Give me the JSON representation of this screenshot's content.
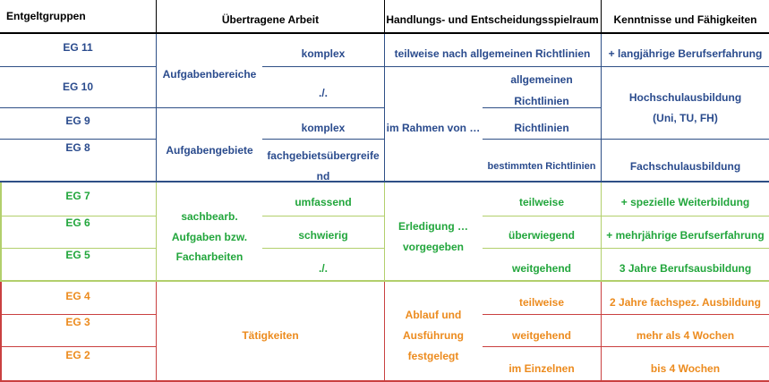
{
  "colors": {
    "blue": "#2a4b8d",
    "green": "#22a63c",
    "orange": "#ec8b1e",
    "blue_line": "#2e4f86",
    "green_line": "#b2cf6c",
    "red_line": "#c94040",
    "black": "#000000"
  },
  "header": {
    "entgeltgruppen": "Entgeltgruppen",
    "uebertragene_arbeit": "Übertragene Arbeit",
    "handlungsspielraum": "Handlungs- und Entscheidungsspielraum",
    "kenntnisse": "Kenntnisse und Fähigkeiten"
  },
  "groups": {
    "eg11": "EG 11",
    "eg10": "EG 10",
    "eg9": "EG 9",
    "eg8": "EG 8",
    "eg7": "EG 7",
    "eg6": "EG 6",
    "eg5": "EG 5",
    "eg4": "EG 4",
    "eg3": "EG 3",
    "eg2": "EG 2"
  },
  "arbeit": {
    "aufgabenbereiche": "Aufgabenbereiche",
    "aufgabengebiete": "Aufgabengebiete",
    "komplex_1": "komplex",
    "slash_1": "./.",
    "komplex_2": "komplex",
    "fachgebiet_line1": "fachgebietsübergreife",
    "fachgebiet_line2": "nd",
    "sachbearb_line1": "sachbearb.",
    "sachbearb_line2": "Aufgaben bzw.",
    "sachbearb_line3": "Facharbeiten",
    "umfassend": "umfassend",
    "schwierig": "schwierig",
    "slash_2": "./.",
    "taetigkeiten": "Tätigkeiten"
  },
  "spielraum": {
    "teilweise_richtlinien": "teilweise nach allgemeinen Richtlinien",
    "allgemeinen": "allgemeinen",
    "richtlinien_1": "Richtlinien",
    "im_rahmen": "im Rahmen von …",
    "richtlinien_2": "Richtlinien",
    "bestimmten": "bestimmten Richtlinien",
    "erledigung_line1": "Erledigung …",
    "erledigung_line2": "vorgegeben",
    "teilweise_1": "teilweise",
    "ueberwiegend": "überwiegend",
    "weitgehend_1": "weitgehend",
    "ablauf_line1": "Ablauf und",
    "ablauf_line2": "Ausführung",
    "ablauf_line3": "festgelegt",
    "teilweise_2": "teilweise",
    "weitgehend_2": "weitgehend",
    "im_einzelnen": "im Einzelnen"
  },
  "kenntnisse": {
    "langjaehrige": "+ langjährige Berufserfahrung",
    "hochschule_line1": "Hochschulausbildung",
    "hochschule_line2": "(Uni,  TU, FH)",
    "fachschule": "Fachschulausbildung",
    "spezielle": "+ spezielle Weiterbildung",
    "mehrjaehrige": "+ mehrjährige Berufserfahrung",
    "drei_jahre": "3 Jahre Berufsausbildung",
    "zwei_jahre": "2 Jahre fachspez. Ausbildung",
    "mehr_als_4": "mehr als 4 Wochen",
    "bis_4": "bis 4 Wochen"
  }
}
